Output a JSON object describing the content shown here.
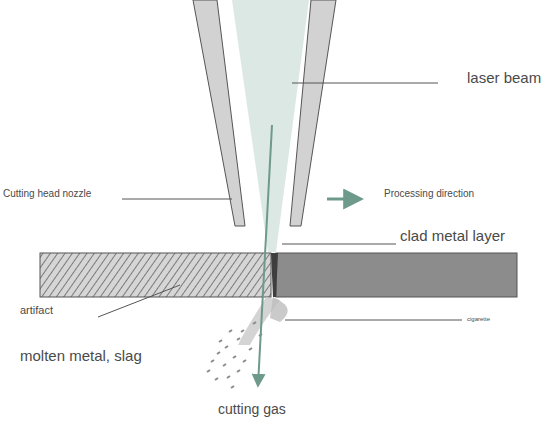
{
  "diagram": {
    "labels": [
      "laser beam",
      "Cutting head nozzle",
      "Processing direction",
      "clad metal layer",
      "artifact",
      "cigarette",
      "molten metal, slag",
      "cutting gas"
    ]
  }
}
